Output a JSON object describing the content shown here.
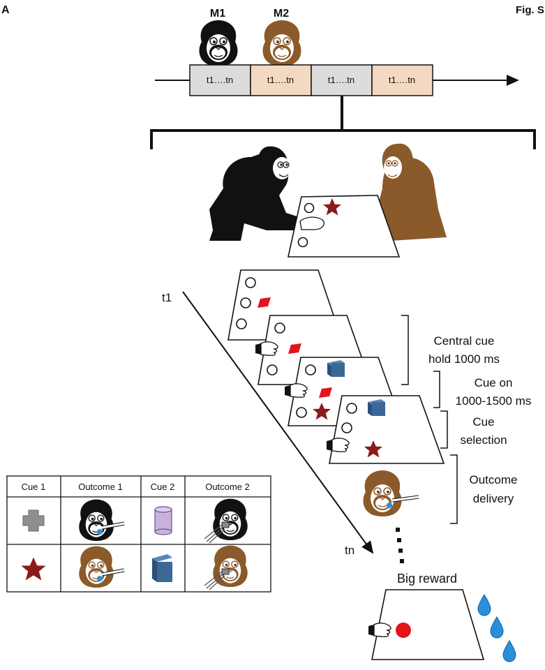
{
  "figure": {
    "panel_letter": "A",
    "fig_label": "Fig. S"
  },
  "agents": {
    "m1_label": "M1",
    "m2_label": "M2"
  },
  "timeline": {
    "blocks": [
      "t1….tn",
      "t1….tn",
      "t1….tn",
      "t1….tn"
    ],
    "block_owner": [
      "M1",
      "M2",
      "M1",
      "M2"
    ]
  },
  "trial": {
    "start_label": "t1",
    "end_label": "tn",
    "phases": [
      {
        "line1": "Central cue",
        "line2": "hold 1000 ms"
      },
      {
        "line1": "Cue on",
        "line2": "1000-1500 ms"
      },
      {
        "line1": "Cue",
        "line2": "selection"
      },
      {
        "line1": "Outcome",
        "line2": "delivery"
      }
    ],
    "big_reward_label": "Big reward"
  },
  "legend_table": {
    "headers": [
      "Cue 1",
      "Outcome 1",
      "Cue 2",
      "Outcome 2"
    ],
    "rows": [
      {
        "cue1": "grey-cross",
        "outcome1": "self-reward",
        "cue2": "purple-cylinder",
        "outcome2": "self-airpuff"
      },
      {
        "cue1": "red-star",
        "outcome1": "partner-reward",
        "cue2": "blue-cube",
        "outcome2": "partner-airpuff"
      }
    ]
  },
  "colors": {
    "m1_fur": "#111111",
    "m2_fur": "#8b5a2b",
    "m1_block": "#dcdcdc",
    "m2_block": "#f3d9c2",
    "star": "#8b1a1a",
    "cue_red": "#e3141b",
    "cube_blue": "#3c6898",
    "cylinder_purple": "#c9b3dc",
    "water_drop": "#2a8fd8",
    "cross_grey": "#8f8f8f"
  }
}
